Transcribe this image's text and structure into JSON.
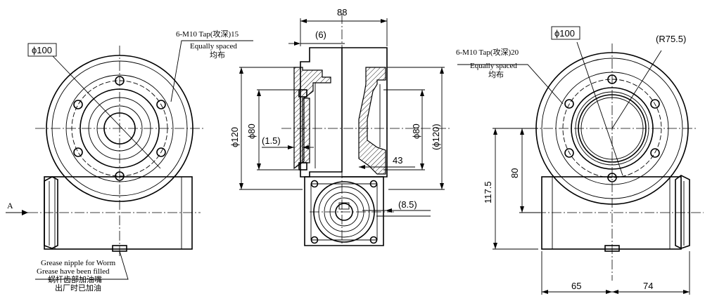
{
  "left_view": {
    "diameter_label": "ϕ100",
    "tap_note": "6-M10 Tap(攻深)15",
    "equally_spaced": "Equally spaced",
    "equally_spaced_cn": "均布",
    "view_marker": "A",
    "grease_note_1": "Grease nipple for Worm",
    "grease_note_2": "Grease have been filled",
    "grease_note_3": "蜗杆齿部加油嘴",
    "grease_note_4": "出厂时已加油"
  },
  "section_view": {
    "width_dim": "88",
    "offset_dim": "(6)",
    "outer_dia": "ϕ120",
    "inner_dia": "ϕ80",
    "gap_dim": "(1.5)",
    "right_inner_dia": "ϕ80",
    "right_outer_dia": "(ϕ120)",
    "depth_dim": "43",
    "worm_offset": "(8.5)"
  },
  "right_view": {
    "diameter_label": "ϕ100",
    "radius_label": "(R75.5)",
    "tap_note": "6-M10 Tap(攻深)20",
    "equally_spaced": "Equally spaced",
    "equally_spaced_cn": "均布",
    "height_total": "117.5",
    "height_center": "80",
    "width_left": "65",
    "width_right": "74"
  }
}
